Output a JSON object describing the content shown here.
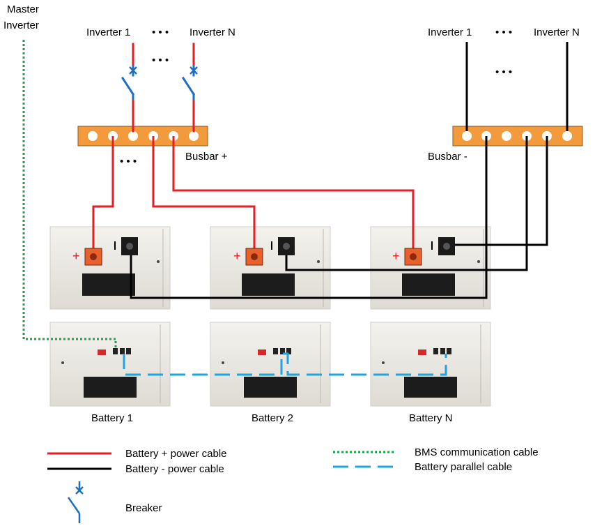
{
  "labels": {
    "master_inverter_line1": "Master",
    "master_inverter_line2": "Inverter",
    "pos_inverter_first": "Inverter 1",
    "pos_inverter_last": "Inverter N",
    "neg_inverter_first": "Inverter 1",
    "neg_inverter_last": "Inverter N",
    "ellipsis": "• • •",
    "busbar_positive": "Busbar +",
    "busbar_negative": "Busbar -",
    "plus_sign": "+",
    "minus_sign": "I"
  },
  "batteries": [
    {
      "name": "Battery 1"
    },
    {
      "name": "Battery 2"
    },
    {
      "name": "Battery N"
    }
  ],
  "legend": {
    "positive_cable": "Battery + power cable",
    "negative_cable": "Battery - power cable",
    "bms_cable": "BMS communication cable",
    "parallel_cable": "Battery parallel cable",
    "breaker": "Breaker"
  },
  "colors": {
    "positive": "#e31e24",
    "negative": "#000000",
    "bms": "#1aa34a",
    "parallel": "#1ea5df",
    "breaker": "#1f6fbf",
    "busbar": "#f39a3c",
    "terminal_pos": "#e8602c"
  }
}
